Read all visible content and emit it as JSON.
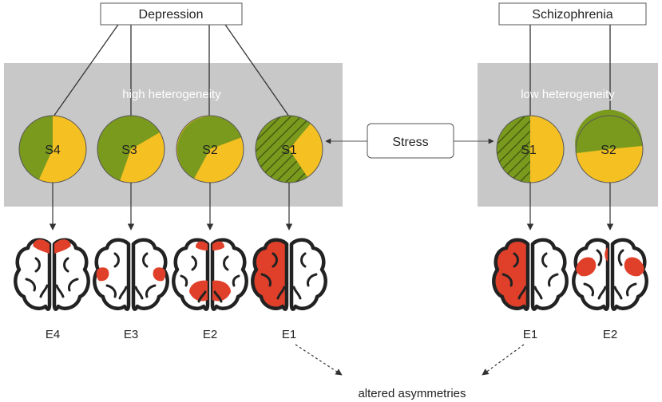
{
  "depression": {
    "title": "Depression",
    "panel_label": "high heterogeneity",
    "subtypes": [
      {
        "label": "S4",
        "outcome": "E4"
      },
      {
        "label": "S3",
        "outcome": "E3"
      },
      {
        "label": "S2",
        "outcome": "E2"
      },
      {
        "label": "S1",
        "outcome": "E1"
      }
    ]
  },
  "schizophrenia": {
    "title": "Schizophrenia",
    "panel_label": "low heterogeneity",
    "subtypes": [
      {
        "label": "S1",
        "outcome": "E1"
      },
      {
        "label": "S2",
        "outcome": "E2"
      }
    ]
  },
  "stress": {
    "label": "Stress"
  },
  "result": {
    "label": "altered asymmetries"
  },
  "colors": {
    "green": "#7a9a1e",
    "yellow": "#f5c022",
    "red": "#e0402a",
    "panel": "#c8c8c8"
  }
}
